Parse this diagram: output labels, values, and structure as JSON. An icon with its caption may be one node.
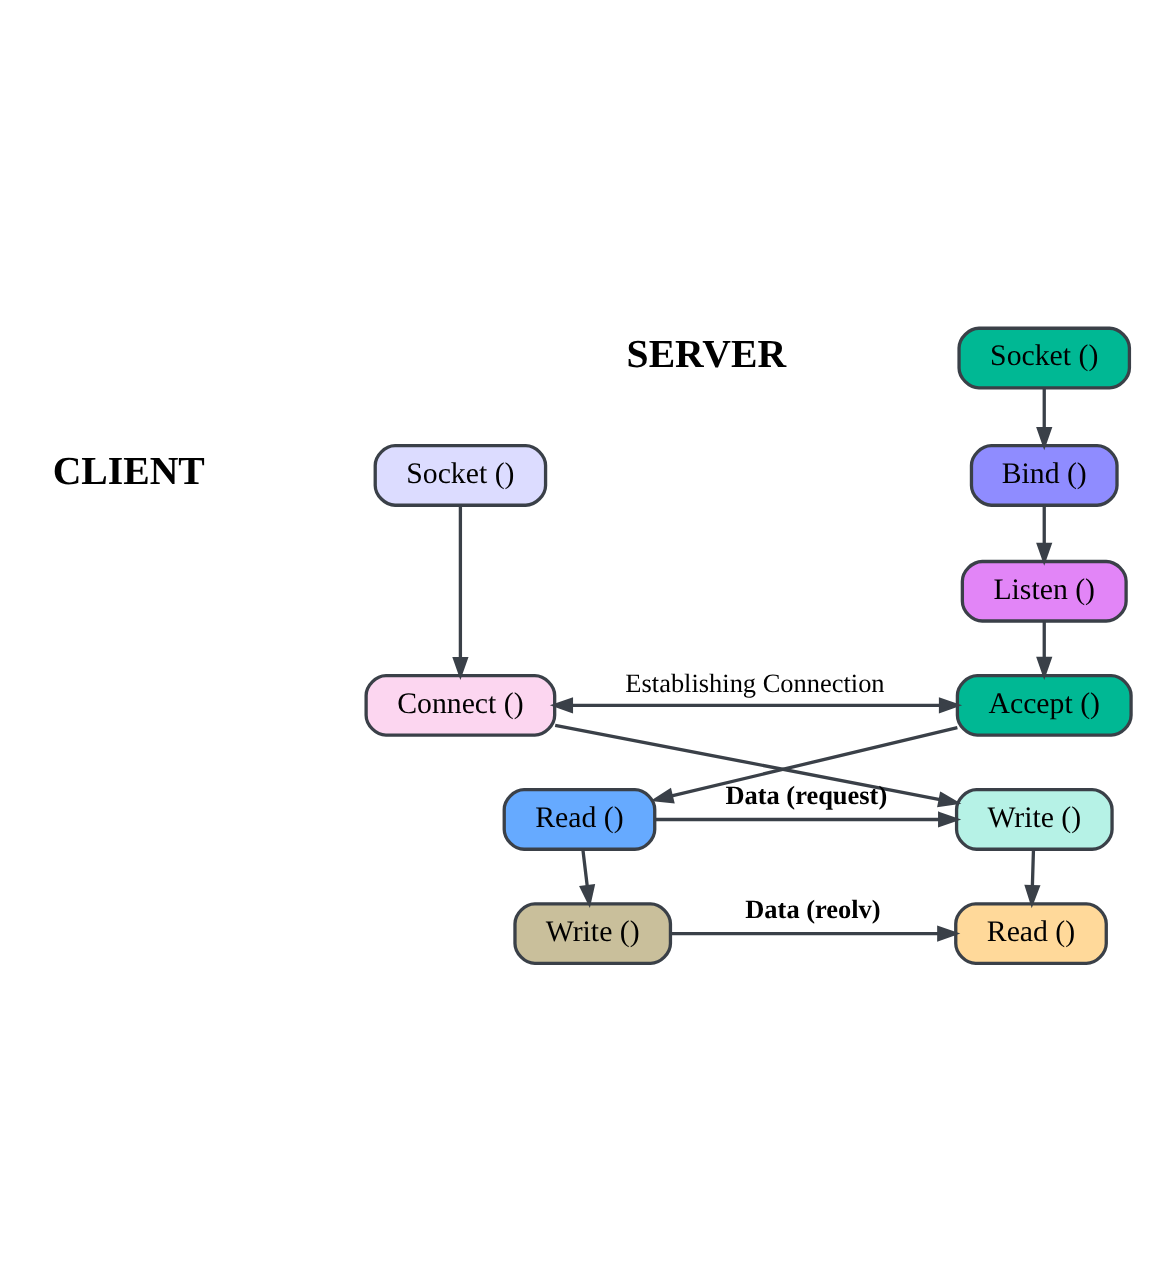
{
  "diagram": {
    "nodes": [
      {
        "text": [
          "Socket ()"
        ]
      },
      {
        "text": [
          "Bind ()"
        ]
      },
      {
        "text": [
          "Listen ()"
        ]
      },
      {
        "text": [
          "Accept ()"
        ]
      },
      {
        "text": [
          "Read ()"
        ]
      },
      {
        "text": [
          "Write ()"
        ]
      },
      {
        "text": [
          "Socket ()"
        ]
      },
      {
        "text": [
          "Connect ()"
        ]
      },
      {
        "text": [
          "Write ()"
        ]
      },
      {
        "text": [
          "Read ()"
        ]
      }
    ],
    "edges": [
      {
        "from": 0,
        "to": 1,
        "arrow": "to"
      },
      {
        "from": 1,
        "to": 2,
        "arrow": "to"
      },
      {
        "from": 2,
        "to": 3,
        "arrow": "to"
      },
      {
        "from": 3,
        "to": 4,
        "arrow": "to"
      },
      {
        "from": 4,
        "to": 5,
        "arrow": "to"
      },
      {
        "from": 6,
        "to": 7,
        "arrow": "to"
      },
      {
        "from": 7,
        "to": 8,
        "arrow": "to"
      },
      {
        "from": 8,
        "to": 9,
        "arrow": "to"
      },
      {
        "from": 7,
        "to": 3,
        "arrow": "both",
        "label": "Establishing Connection"
      },
      {
        "from": 4,
        "to": 8,
        "arrow": "to",
        "label": "Data (request)"
      },
      {
        "from": 5,
        "to": 9,
        "arrow": "to",
        "label": "Data (reolv)"
      }
    ],
    "labels": [
      "SERVER",
      "CLIENT"
    ]
  }
}
